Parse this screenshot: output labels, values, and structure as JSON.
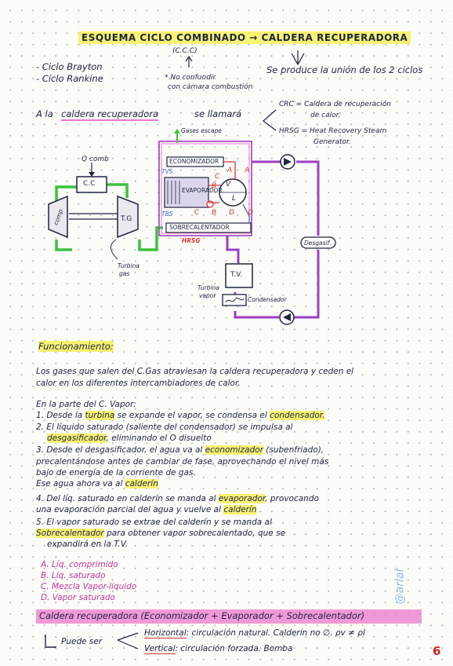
{
  "title": "ESQUEMA CICLO COMBINADO → CALDERA RECUPERADORA",
  "ccc": "(C.C.C)",
  "intro": {
    "brayton": "- Ciclo Brayton",
    "rankine": "- Ciclo Rankine",
    "union": "Se produce la unión de los 2 ciclos",
    "no_confundir": "* No confundir",
    "camara": "con cámara combustión"
  },
  "caldera": {
    "prefix": "A la",
    "name": "caldera recuperadora",
    "suffix": "se llamará",
    "crc": "CRC = Caldera de recuperación",
    "crc2": "de calor.",
    "hrsg": "HRSG = Heat Recovery Steam",
    "hrsg2": "Generator."
  },
  "diagram": {
    "gases_escape": "Gases escape",
    "economizador": "ECONOMIZADOR",
    "evaporador": "EVAPORADOR",
    "sobrecalentador": "SOBRECALENTADOR",
    "hrsg": "HRSG",
    "q_comb": "Q comb",
    "cc": "C.C",
    "comp": "comp",
    "tg": "T.G",
    "turbina_gas_1": "Turbina",
    "turbina_gas_2": "gas",
    "tv": "T.V.",
    "turbina_vapor_1": "Turbina",
    "turbina_vapor_2": "vapor",
    "condensador": "Condensador",
    "desgasificador": "Desgasif.",
    "tvs": "TVS",
    "tbs": "TBS",
    "letter_a": "A",
    "letter_b": "B",
    "letter_c": "C",
    "letter_d": "D",
    "letter_a2": "A",
    "letter_b2": "B",
    "letter_c2": "C",
    "letter_d2": "D",
    "letter_v": "V",
    "letter_l": "L"
  },
  "funcionamiento": {
    "heading": "Funcionamiento:",
    "p1_l1": "Los gases que salen del C.Gas atraviesan la caldera recuperadora y ceden el",
    "p1_l2": "calor en los diferentes intercambiadores de calor.",
    "parte": "En la parte del C. Vapor:",
    "s1_a": "1. Desde la",
    "s1_b": "turbina",
    "s1_c": "se expande el vapor, se condensa el",
    "s1_d": "condensador.",
    "s2_a": "2. El líquido saturado (saliente del condensador) se impulsa al",
    "s2_b": "desgasificador",
    "s2_c": ", eliminando el O disuelto",
    "s3_a": "3. Desde el desgasificador, el agua va al",
    "s3_b": "economizador",
    "s3_c": "(subenfriado),",
    "s3_l2": "precalentándose antes de cambiar de fase, aprovechando el nivel más",
    "s3_l3": "bajo de energía de la corriente de gas.",
    "s3_l4a": "Ese agua ahora va al",
    "s3_l4b": "calderín",
    "s4_a": "4. Del líq. saturado en calderín se manda al",
    "s4_b": "evaporador",
    "s4_c": ", provocando",
    "s4_l2a": "una evaporación parcial del agua y vuelve al",
    "s4_l2b": "calderín",
    "s5_a": "5. El vapor saturado se extrae del calderín y se manda al",
    "s5_b": "Sobrecalentador",
    "s5_c": "para obtener vapor sobrecalentado, que se",
    "s5_l3": "expandirá en la T.V."
  },
  "legend": {
    "a": "A. Líq. comprimido",
    "b": "B. Líq. saturado",
    "c": "C. Mezcla Vapor-líquido",
    "d": "D. Vapor saturado"
  },
  "bottom": {
    "caldera": "Caldera recuperadora",
    "formula": "(Economizador + Evaporador + Sobrecalentador)",
    "puede_ser": "Puede ser",
    "horizontal": "Horizontal",
    "horizontal_desc": ": circulación natural. Calderín no ∅. ρv ≠ ρl",
    "vertical": "Vertical",
    "vertical_desc": ": circulación forzada. Bomba"
  },
  "page_number": "6",
  "watermark": "@arial",
  "colors": {
    "ink": "#1e2440",
    "highlight_yellow": "#f6f05a",
    "highlight_pink": "#ec78cd",
    "green_line": "#3cc23c",
    "purple_line": "#9d3fc4",
    "red_underline": "#d23a3a",
    "blue_underline": "#3a62c8",
    "page_number": "#cc2222"
  }
}
